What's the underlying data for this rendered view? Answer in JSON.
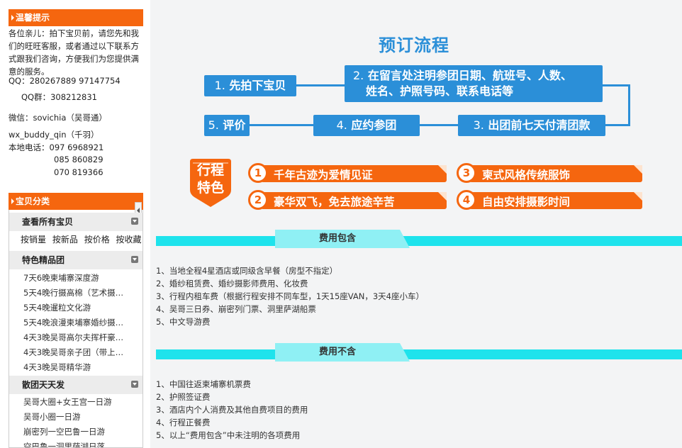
{
  "sidebar": {
    "notice_title": "温馨提示",
    "notice_text": "各位亲儿：拍下宝贝前，请您先和我们的旺旺客服，或者通过以下联系方式跟我们咨询，方便我们为您提供满意的服务。",
    "qq": "QQ：280267889    97147754",
    "qq_group": "QQ群：308212831",
    "wechat": "微信：sovichia（吴哥通）",
    "wx": "wx_buddy_qin（千羽）",
    "phone_label": "本地电话：097 6968921",
    "phone2": "085 860829",
    "phone3": "070 819366",
    "category_title": "宝贝分类",
    "all_items": "查看所有宝贝",
    "sort_options": [
      "按销量",
      "按新品",
      "按价格",
      "按收藏"
    ],
    "group1": {
      "title": "特色精品团",
      "items": [
        "7天6晚柬埔寨深度游",
        "5天4晚行摄高棉（艺术摄…",
        "5天4晚暹粒文化游",
        "5天4晚浪漫柬埔寨婚纱摄…",
        "4天3晚吴哥高尔夫挥杆豪…",
        "4天3晚吴哥亲子团（带上…",
        "4天3晚吴哥精华游"
      ]
    },
    "group2": {
      "title": "散团天天发",
      "items": [
        "吴哥大圈+女王宫一日游",
        "吴哥小圈一日游",
        "崩密列一空巴鲁一日游",
        "空巴鲁一洞里萨湖日落"
      ]
    }
  },
  "process": {
    "title": "预订流程",
    "steps": [
      {
        "num": "1.",
        "text": "先拍下宝贝"
      },
      {
        "num": "2.",
        "text": "在留言处注明参团日期、航班号、人数、"
      },
      {
        "num": "",
        "text": "姓名、护照号码、联系电话等"
      },
      {
        "num": "3.",
        "text": "出团前七天付清团款"
      },
      {
        "num": "4.",
        "text": "应约参团"
      },
      {
        "num": "5.",
        "text": "评价"
      }
    ]
  },
  "features": {
    "badge_line1": "行程",
    "badge_line2": "特色",
    "items": [
      {
        "num": "1",
        "text": "千年古迹为爱情见证"
      },
      {
        "num": "2",
        "text": "豪华双飞，免去旅途辛苦"
      },
      {
        "num": "3",
        "text": "柬式风格传统服饰"
      },
      {
        "num": "4",
        "text": "自由安排摄影时间"
      }
    ]
  },
  "included": {
    "title": "费用包含",
    "items": [
      "1、当地全程4星酒店或同级含早餐（房型不指定）",
      "2、婚纱租赁费、婚纱摄影师费用、化妆费",
      "3、行程内租车费（根据行程安排不同车型，1天15座VAN，3天4座小车）",
      "4、吴哥三日券、崩密列门票、洞里萨湖船票",
      "5、中文导游费"
    ]
  },
  "excluded": {
    "title": "费用不含",
    "items": [
      "1、中国往返柬埔寨机票费",
      "2、护照签证费",
      "3、酒店内个人消费及其他自费项目的费用",
      "4、行程正餐费",
      "5、以上“费用包含”中未注明的各项费用"
    ]
  },
  "colors": {
    "orange": "#f5660f",
    "blue": "#2b8fd8",
    "cyan": "#1ee3ec"
  }
}
